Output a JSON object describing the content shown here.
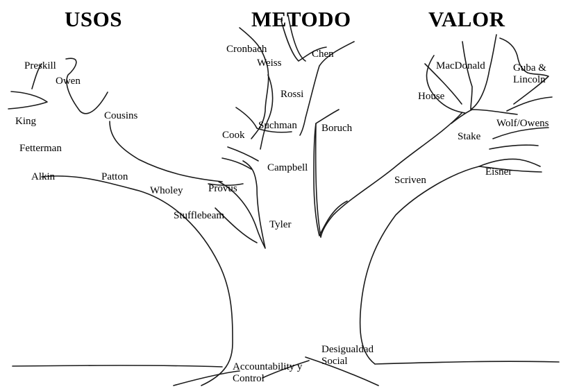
{
  "headers": {
    "usos": "USOS",
    "metodo": "METODO",
    "valor": "VALOR"
  },
  "theorists": {
    "preskill": "Preskill",
    "owen": "Owen",
    "king": "King",
    "cousins": "Cousins",
    "fetterman": "Fetterman",
    "alkin": "Alkin",
    "patton": "Patton",
    "wholey": "Wholey",
    "provus": "Provus",
    "stufflebeam": "Stufflebeam",
    "tyler": "Tyler",
    "cronbach": "Cronbach",
    "weiss": "Weiss",
    "chen": "Chen",
    "rossi": "Rossi",
    "suchman": "Suchman",
    "boruch": "Boruch",
    "cook": "Cook",
    "campbell": "Campbell",
    "macdonald": "MacDonald",
    "guba_lincoln": "Guba & Lincoln",
    "house": "House",
    "stake": "Stake",
    "wolf_owens": "Wolf/Owens",
    "scriven": "Scriven",
    "eisner": "Eisner"
  },
  "roots": {
    "accountability": "Accountability y Control",
    "desigualdad": "Desigualdad Social"
  },
  "colors": {
    "line": "#1a1a1a",
    "text": "#000000",
    "background": "#ffffff"
  }
}
